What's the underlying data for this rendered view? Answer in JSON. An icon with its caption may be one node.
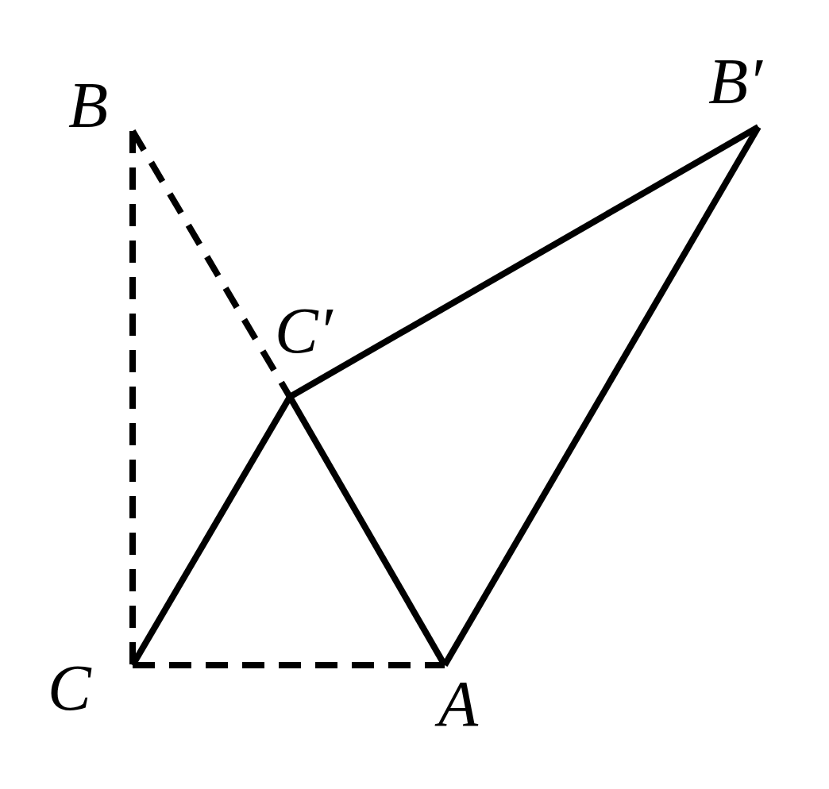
{
  "diagram": {
    "nodes": [
      {
        "text": [
          "B"
        ]
      },
      {
        "text": [
          "B′"
        ]
      },
      {
        "text": [
          "C′"
        ]
      },
      {
        "text": [
          "C"
        ]
      },
      {
        "text": [
          "A"
        ]
      }
    ],
    "edges": [
      {
        "from": 0,
        "to": 3,
        "arrow": "none",
        "style": "dashed"
      },
      {
        "from": 3,
        "to": 4,
        "arrow": "none",
        "style": "dashed"
      },
      {
        "from": 0,
        "to": 2,
        "arrow": "none",
        "style": "dashed"
      },
      {
        "from": 2,
        "to": 1,
        "arrow": "none"
      },
      {
        "from": 1,
        "to": 4,
        "arrow": "none"
      },
      {
        "from": 2,
        "to": 4,
        "arrow": "none"
      },
      {
        "from": 3,
        "to": 2,
        "arrow": "none"
      }
    ]
  }
}
